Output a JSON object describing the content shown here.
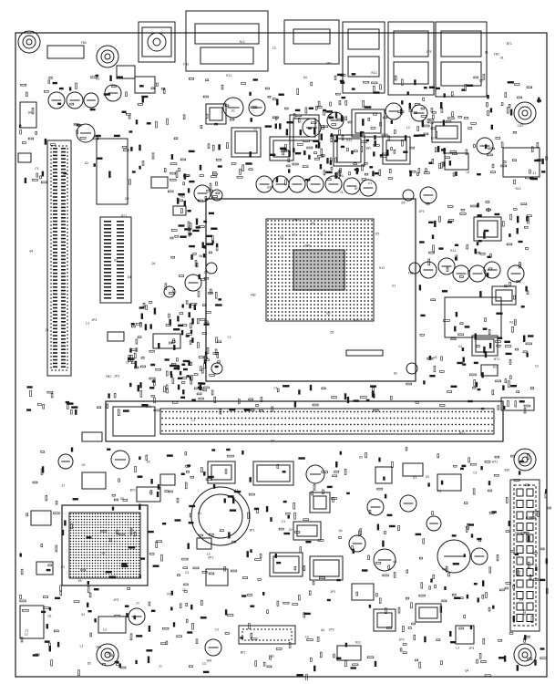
{
  "diagram": {
    "type": "pcb-silkscreen-layout",
    "colors": {
      "ink": "#1a1a1a",
      "paper": "#ffffff",
      "fill": "#444444"
    },
    "connectors_top": [
      {
        "id": "audio-jack-top"
      },
      {
        "id": "vga-port"
      },
      {
        "id": "hdmi-port"
      },
      {
        "id": "dual-usb-top"
      },
      {
        "id": "lan-usb-stack"
      },
      {
        "id": "lan-usb-stack-2"
      }
    ],
    "cpu_socket": {
      "id": "cpu-socket"
    },
    "pcie_slot": {
      "id": "pcie-slot"
    },
    "chipset": {
      "id": "chipset-bga"
    },
    "mounting_holes": 6,
    "ref_labels": [
      "U1",
      "U2",
      "C3",
      "R12",
      "J1",
      "Q4",
      "L2",
      "D5",
      "SW1",
      "BT1",
      "JP3",
      "FB2"
    ]
  }
}
